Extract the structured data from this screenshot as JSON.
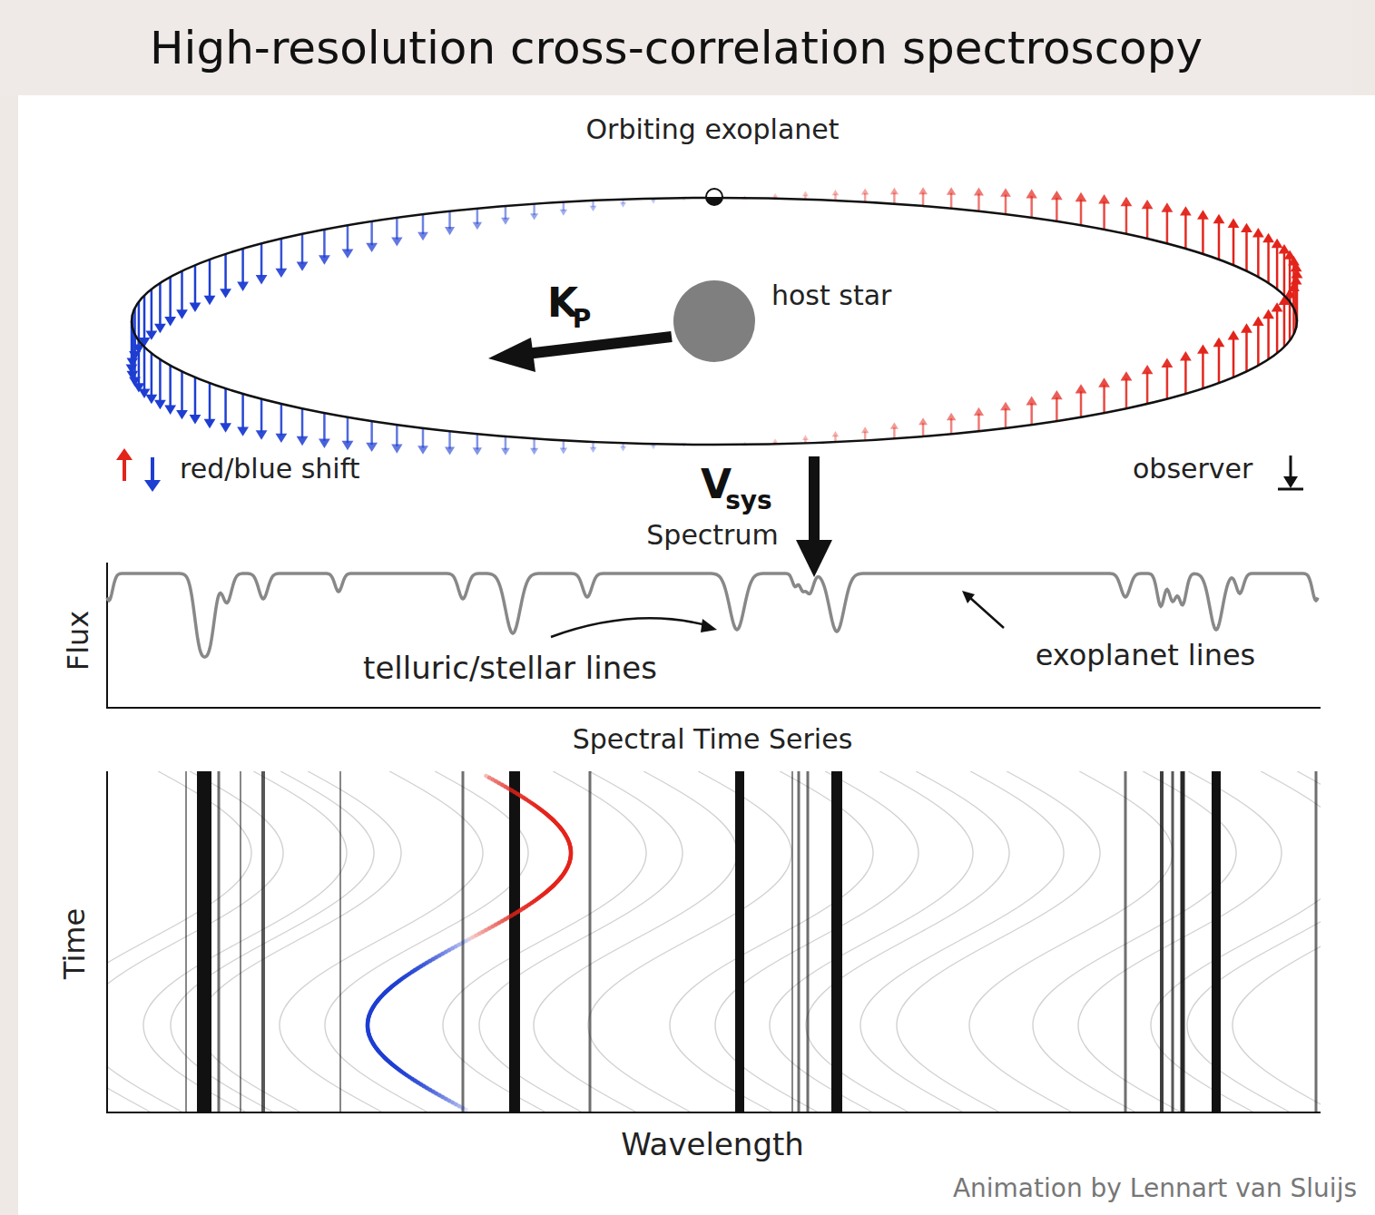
{
  "diagram": {
    "title": "High-resolution cross-correlation spectroscopy",
    "nodes": [
      {
        "text": [
          "host star"
        ]
      }
    ],
    "labels": [
      "Orbiting exoplanet",
      "K",
      "P",
      "observer",
      "V",
      "sys",
      "Spectrum",
      "Flux",
      "telluric/stellar lines",
      "exoplanet lines",
      "Spectral Time Series",
      "Time",
      "Wavelength",
      "Animation by Lennart van Sluijs"
    ],
    "legend": [
      {
        "text": "red/blue shift"
      }
    ]
  }
}
